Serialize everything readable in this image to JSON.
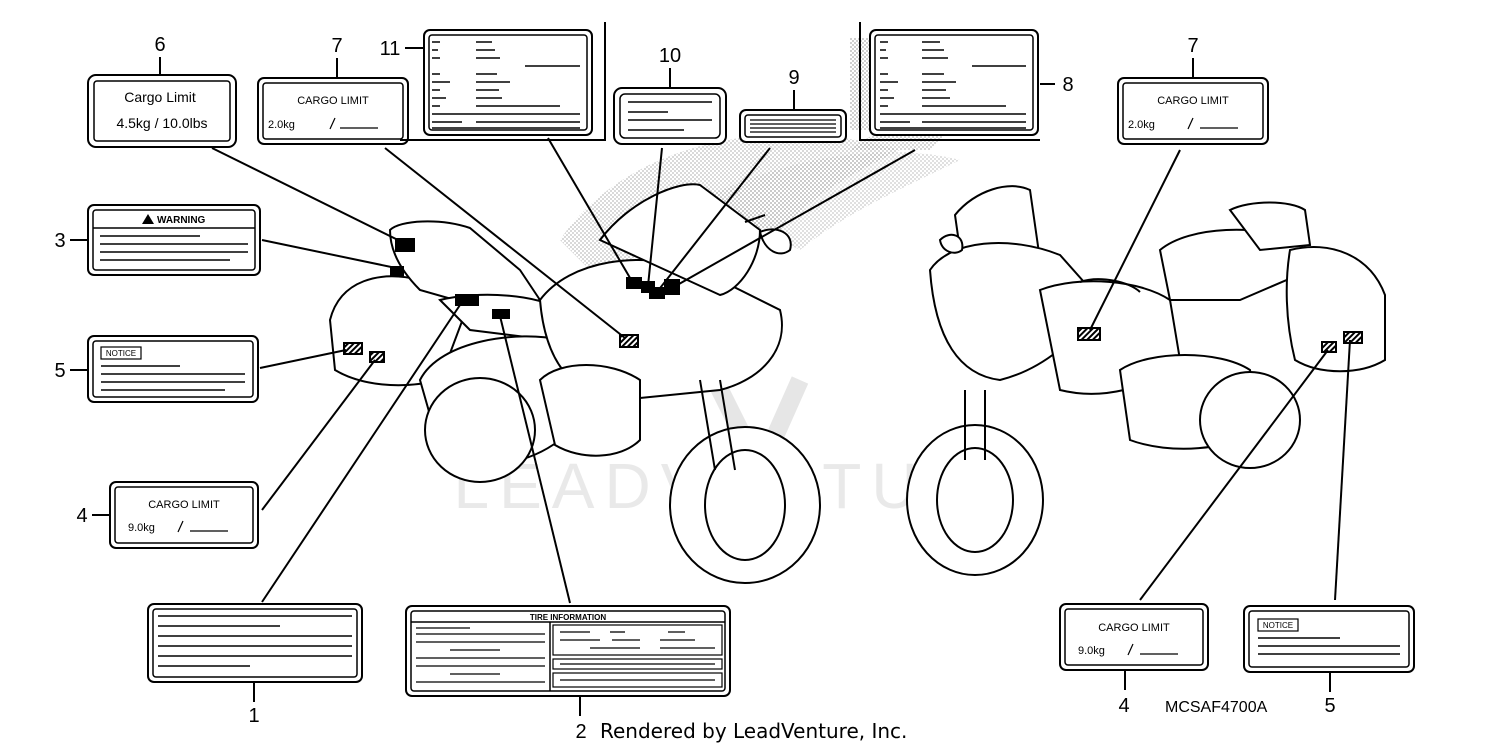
{
  "diagram": {
    "callouts": {
      "c1": "1",
      "c2": "2",
      "c3": "3",
      "c4_left": "4",
      "c4_right": "4",
      "c5_left": "5",
      "c5_right": "5",
      "c6": "6",
      "c7_left": "7",
      "c7_right": "7",
      "c8": "8",
      "c9": "9",
      "c10": "10",
      "c11": "11"
    },
    "labels": {
      "cargo_6_title": "Cargo  Limit",
      "cargo_6_value": "4.5kg  /  10.0lbs",
      "cargo_7_title": "CARGO  LIMIT",
      "cargo_7_value": "2.0kg",
      "cargo_7r_title": "CARGO  LIMIT",
      "cargo_7r_value": "2.0kg",
      "cargo_4_title": "CARGO  LIMIT",
      "cargo_4_value": "9.0kg",
      "cargo_4r_title": "CARGO  LIMIT",
      "cargo_4r_value": "9.0kg",
      "warning_title": "WARNING",
      "notice_left": "NOTICE",
      "notice_right": "NOTICE",
      "tire_title": "TIRE INFORMATION"
    },
    "part_code": "MCSAF4700A",
    "credit": "Rendered by LeadVenture, Inc.",
    "watermark": "LEADVENTURE"
  }
}
